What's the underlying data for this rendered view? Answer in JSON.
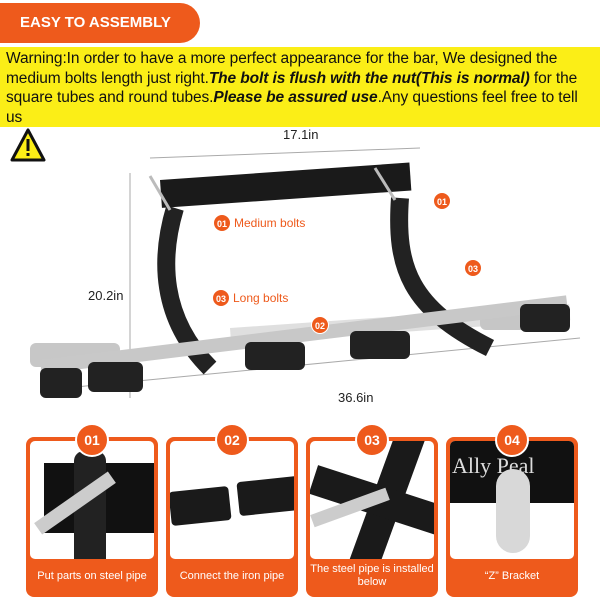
{
  "header": {
    "tab_label": "EASY TO ASSEMBLY"
  },
  "warning": {
    "part1": "Warning:In order to have a more perfect appearance for the bar, We designed the medium bolts length just right.",
    "bold1": "The bolt is flush with the nut(This is normal)",
    "part2": " for the square tubes and round tubes.",
    "bold2": "Please be assured use",
    "part3": ".Any questions feel free to tell us"
  },
  "diagram": {
    "width_top": "17.1in",
    "height": "20.2in",
    "width_bottom": "36.6in",
    "callouts": [
      {
        "num": "01",
        "label": "Medium bolts"
      },
      {
        "num": "01"
      },
      {
        "num": "03",
        "label": "Long bolts"
      },
      {
        "num": "02"
      },
      {
        "num": "03"
      }
    ]
  },
  "steps": [
    {
      "num": "01",
      "caption": "Put parts on steel pipe"
    },
    {
      "num": "02",
      "caption": "Connect the iron pipe"
    },
    {
      "num": "03",
      "caption": "The steel pipe is installed below"
    },
    {
      "num": "04",
      "caption": "“Z” Bracket",
      "brand": "Ally Peal"
    }
  ],
  "colors": {
    "accent": "#ee5a1c",
    "warning_bg": "#fbee17"
  }
}
